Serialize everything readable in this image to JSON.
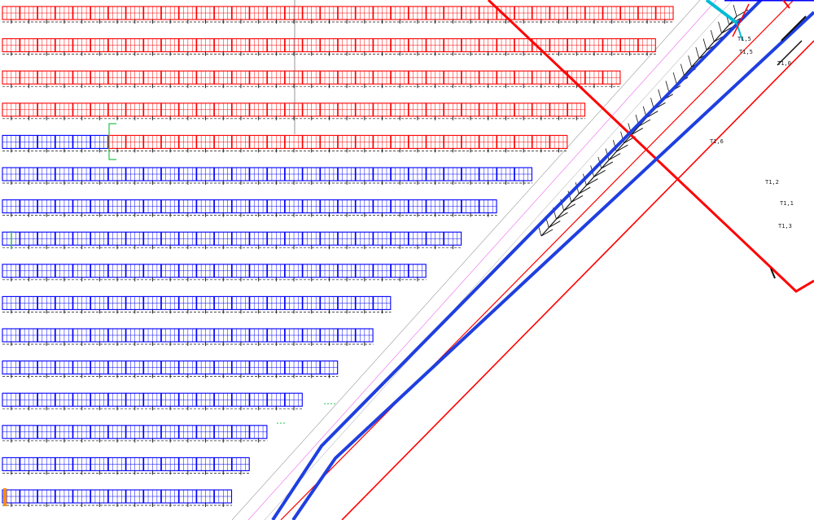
{
  "colors": {
    "background": "#ffffff",
    "row_red": "#ff0000",
    "row_blue": "#0000ff",
    "road_blue": "#1f3fe0",
    "fence_red": "#ff0000",
    "hatch_black": "#111111",
    "guide_magenta": "#e000e0",
    "guide_gray": "#9a9a9a",
    "accent_cyan": "#00bcd4",
    "accent_green": "#27c24c",
    "accent_orange": "#ff8c00"
  },
  "panel_rows": [
    {
      "color": "red",
      "cells": 38
    },
    {
      "color": "red",
      "cells": 37
    },
    {
      "color": "red",
      "cells": 35
    },
    {
      "color": "red",
      "cells": 33
    },
    {
      "color": "mixed",
      "cells": 32,
      "blue_cells": 6
    },
    {
      "color": "blue",
      "cells": 30
    },
    {
      "color": "blue",
      "cells": 28
    },
    {
      "color": "blue",
      "cells": 26
    },
    {
      "color": "blue",
      "cells": 24
    },
    {
      "color": "blue",
      "cells": 22
    },
    {
      "color": "blue",
      "cells": 21
    },
    {
      "color": "blue",
      "cells": 19
    },
    {
      "color": "blue",
      "cells": 17
    },
    {
      "color": "blue",
      "cells": 15
    },
    {
      "color": "blue",
      "cells": 14
    },
    {
      "color": "blue",
      "cells": 13
    }
  ],
  "map_labels": [
    {
      "id": "label-t1-5-top",
      "text": "T1,5"
    },
    {
      "id": "label-t1-5-b",
      "text": "T1,5"
    },
    {
      "id": "label-t1-0",
      "text": "T1,0"
    },
    {
      "id": "label-t1-2",
      "text": "T1,2"
    },
    {
      "id": "label-t1-1",
      "text": "T1,1"
    },
    {
      "id": "label-t1-3",
      "text": "T1,3"
    },
    {
      "id": "label-t1-6",
      "text": "T1,6"
    }
  ]
}
